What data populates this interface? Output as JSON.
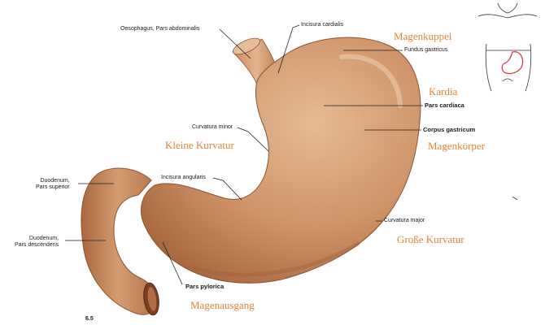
{
  "figure_number": "6.5",
  "latin_labels": {
    "oesophagus": "Oesophagus, Pars abdominalis",
    "incisura_cardialis": "Incisura cardialis",
    "fundus": "Fundus gastricus",
    "pars_cardiaca": "Pars cardiaca",
    "curvatura_minor": "Curvatura minor",
    "corpus": "Corpus gastricum",
    "incisura_angularis": "Incisura angularis",
    "duodenum_superior_1": "Duodenum,",
    "duodenum_superior_2": "Pars superior",
    "duodenum_descendens_1": "Duodenum,",
    "duodenum_descendens_2": "Pars descendens",
    "curvatura_major": "Curvatura major",
    "pars_pylorica": "Pars pylorica"
  },
  "german_labels": {
    "magenkuppel": "Magenkuppel",
    "kardia": "Kardia",
    "kleine_kurvatur": "Kleine Kurvatur",
    "magenkoerper": "Magenkörper",
    "grosse_kurvatur": "Große Kurvatur",
    "magenausgang": "Magenausgang"
  },
  "colors": {
    "stomach": "#c98a5e",
    "stomach_light": "#e2b48d",
    "stomach_dark": "#9c5f3b",
    "annotation": "#e8823a"
  }
}
